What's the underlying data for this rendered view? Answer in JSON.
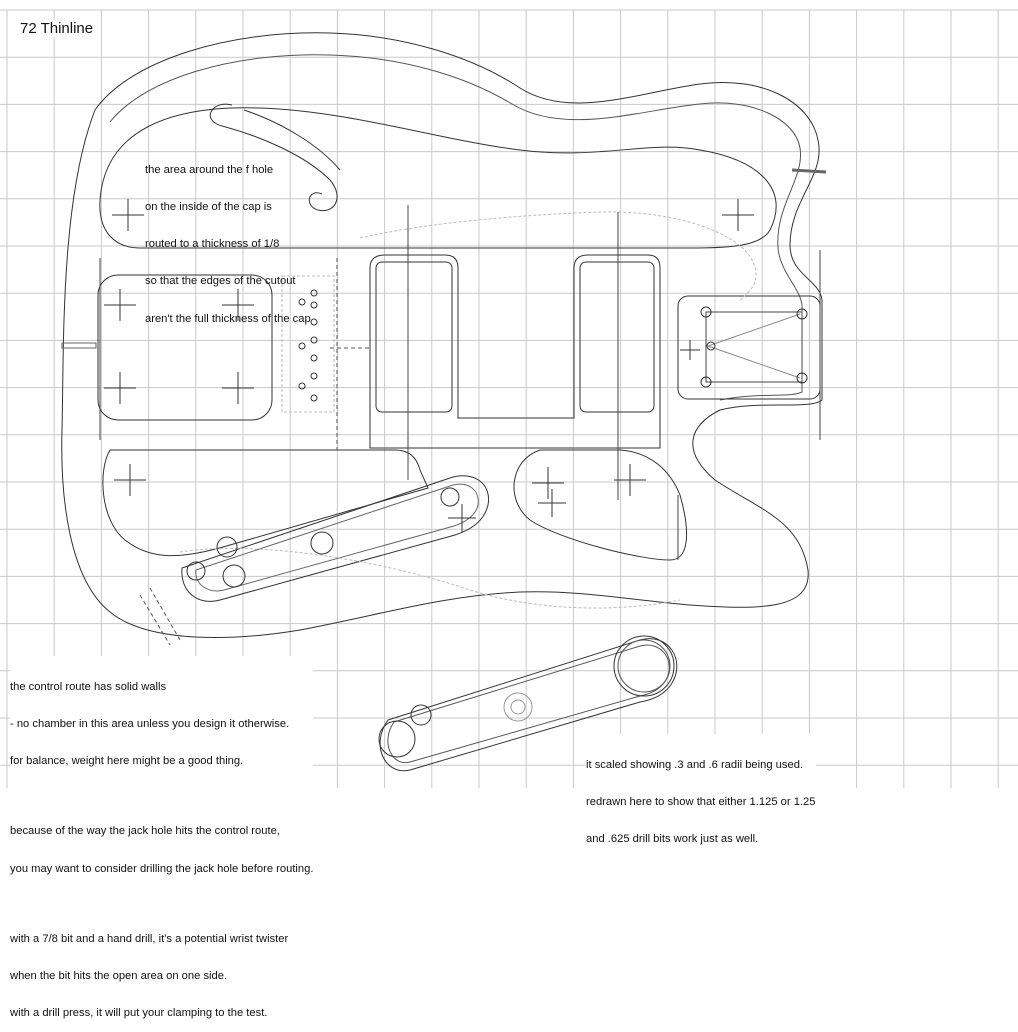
{
  "title": "72 Thinline",
  "notes": {
    "fhole": [
      "the area around the f hole",
      "on the inside of the cap is",
      "routed to a thickness of 1/8",
      "so that the edges of the cutout",
      "aren't the full thickness of the cap"
    ],
    "control": {
      "p1": [
        "the control route has solid walls",
        "- no chamber in this area unless you design it otherwise.",
        "for balance, weight here might be a good thing."
      ],
      "p2": [
        "because of the way the jack hole hits the control route,",
        "you may want to consider drilling the jack hole before routing."
      ],
      "p3": [
        "with a 7/8 bit and a hand drill, it's a potential wrist twister",
        "when the bit hits the open area on one side.",
        "with a drill press, it will put your clamping to the test."
      ]
    },
    "scaled": [
      "it scaled showing .3 and .6 radii being used.",
      "redrawn here to show that either 1.125 or 1.25",
      "and .625 drill bits work just as well."
    ]
  }
}
